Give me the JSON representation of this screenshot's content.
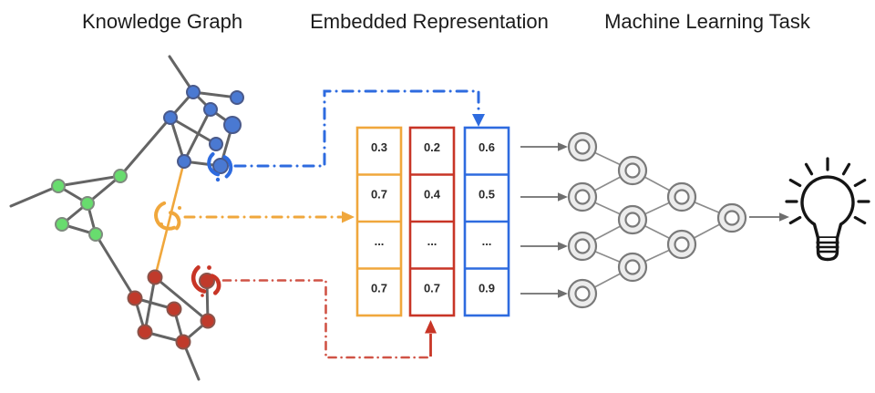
{
  "headers": {
    "knowledge_graph": "Knowledge Graph",
    "embedded_representation": "Embedded Representation",
    "machine_learning_task": "Machine Learning Task"
  },
  "knowledge_graph": {
    "node_clusters": [
      "blue",
      "green",
      "red"
    ],
    "highlighted_items": [
      "blue-node",
      "yellow-edge",
      "red-node"
    ]
  },
  "embedding": {
    "columns": [
      {
        "name": "yellow-edge-embedding-vector",
        "color": "#f0a73c",
        "values": [
          "0.3",
          "0.7",
          "...",
          "0.7"
        ]
      },
      {
        "name": "red-node-embedding-vector",
        "color": "#c83526",
        "values": [
          "0.2",
          "0.4",
          "...",
          "0.7"
        ]
      },
      {
        "name": "blue-node-embedding-vector",
        "color": "#2e6bdf",
        "values": [
          "0.6",
          "0.5",
          "...",
          "0.9"
        ]
      }
    ]
  },
  "icons": {
    "task_result": "lightbulb"
  },
  "colors": {
    "blue": "#2e6bdf",
    "yellow": "#f0a73c",
    "red": "#c83526",
    "green": "#68dc6e",
    "node_blue": "#4a79d2",
    "node_red": "#c03a2b",
    "edge_gray": "#646464",
    "nn_stroke": "#7a7a7a",
    "nn_fill": "#ececec",
    "arrow_gray": "#6e6e6e",
    "title_text": "#1b1b1b",
    "value_text": "#2a2a2a"
  }
}
